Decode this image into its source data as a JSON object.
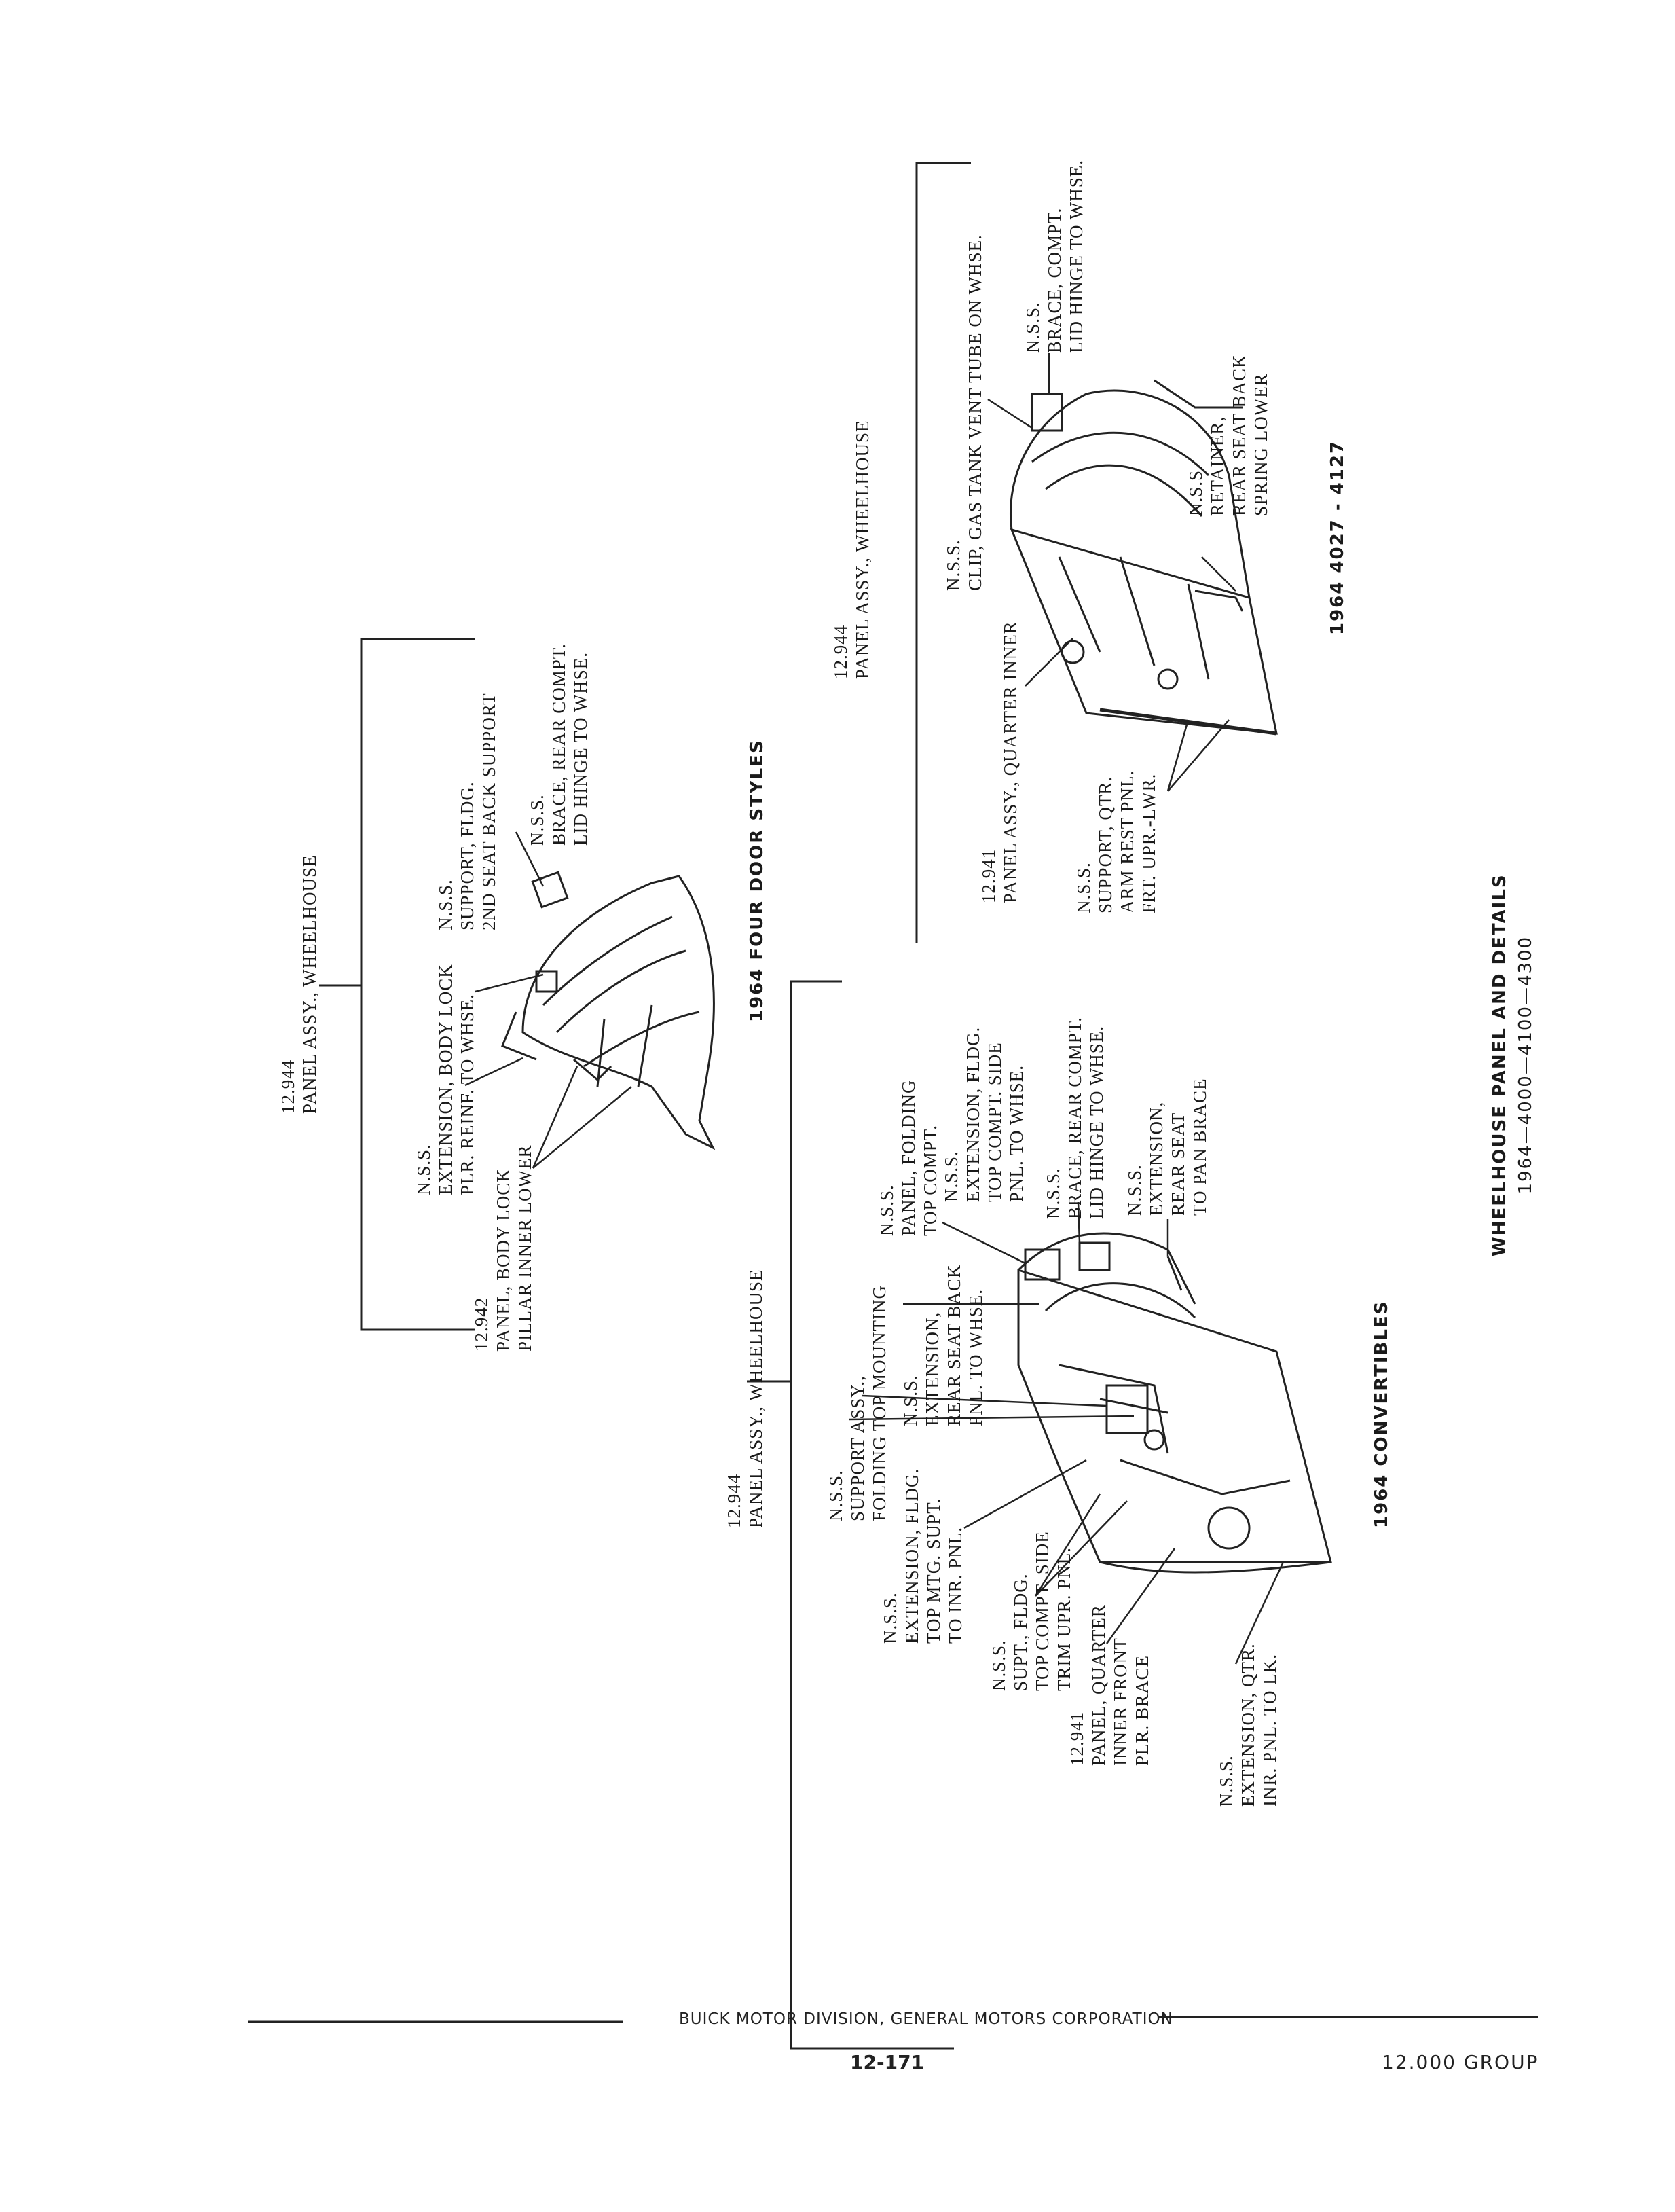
{
  "four_door": {
    "title": "1964 FOUR DOOR STYLES",
    "callouts": [
      {
        "id": "wheelhouse",
        "lines": [
          "12.944",
          "PANEL ASSY., WHEELHOUSE"
        ]
      },
      {
        "id": "pillar",
        "lines": [
          "12.942",
          "PANEL, BODY LOCK",
          "PILLAR INNER LOWER"
        ]
      },
      {
        "id": "extension",
        "lines": [
          "N.S.S.",
          "EXTENSION, BODY LOCK",
          "PLR. REINF. TO WHSE."
        ]
      },
      {
        "id": "support",
        "lines": [
          "N.S.S.",
          "SUPPORT, FLDG.",
          "2ND SEAT BACK SUPPORT"
        ]
      },
      {
        "id": "brace",
        "lines": [
          "N.S.S.",
          "BRACE, REAR COMPT.",
          "LID HINGE TO WHSE."
        ]
      }
    ]
  },
  "style_4027": {
    "title": "1964  4027 - 4127",
    "callouts": [
      {
        "id": "wheelhouse",
        "lines": [
          "12.944",
          "PANEL ASSY., WHEELHOUSE"
        ]
      },
      {
        "id": "quarter",
        "lines": [
          "12.941",
          "PANEL ASSY., QUARTER INNER"
        ]
      },
      {
        "id": "clip",
        "lines": [
          "N.S.S.",
          "CLIP, GAS TANK VENT TUBE ON WHSE."
        ]
      },
      {
        "id": "brace",
        "lines": [
          "N.S.S.",
          "BRACE, COMPT.",
          "LID HINGE TO WHSE."
        ]
      },
      {
        "id": "retainer",
        "lines": [
          "N.S.S.",
          "RETAINER,",
          "REAR SEAT BACK",
          "SPRING LOWER"
        ]
      },
      {
        "id": "support",
        "lines": [
          "N.S.S.",
          "SUPPORT, QTR.",
          "ARM REST PNL.",
          "FRT. UPR.-LWR."
        ]
      }
    ]
  },
  "convertibles": {
    "title": "1964 CONVERTIBLES",
    "callouts": [
      {
        "id": "wheelhouse",
        "lines": [
          "12.944",
          "PANEL ASSY., WHEELHOUSE"
        ]
      },
      {
        "id": "support_assy",
        "lines": [
          "N.S.S.",
          "SUPPORT ASSY.,",
          "FOLDING TOP MOUNTING"
        ]
      },
      {
        "id": "ext_mtg",
        "lines": [
          "N.S.S.",
          "EXTENSION, FLDG.",
          "TOP MTG. SUPT.",
          "TO INR. PNL."
        ]
      },
      {
        "id": "supt_trim",
        "lines": [
          "N.S.S.",
          "SUPT., FLDG.",
          "TOP COMPT. SIDE",
          "TRIM UPR. PNL."
        ]
      },
      {
        "id": "quarter",
        "lines": [
          "12.941",
          "PANEL, QUARTER",
          "INNER FRONT",
          "PLR. BRACE"
        ]
      },
      {
        "id": "ext_qtr",
        "lines": [
          "N.S.S.",
          "EXTENSION, QTR.",
          "INR. PNL. TO LK."
        ]
      },
      {
        "id": "ext_rear",
        "lines": [
          "N.S.S.",
          "EXTENSION,",
          "REAR SEAT BACK",
          "PNL. TO WHSE."
        ]
      },
      {
        "id": "panel_fold",
        "lines": [
          "N.S.S.",
          "PANEL, FOLDING",
          "TOP COMPT."
        ]
      },
      {
        "id": "ext_side",
        "lines": [
          "N.S.S.",
          "EXTENSION, FLDG.",
          "TOP COMPT. SIDE",
          "PNL. TO WHSE."
        ]
      },
      {
        "id": "brace",
        "lines": [
          "N.S.S.",
          "BRACE, REAR COMPT.",
          "LID HINGE TO WHSE."
        ]
      },
      {
        "id": "ext_pan",
        "lines": [
          "N.S.S.",
          "EXTENSION,",
          "REAR SEAT",
          "TO PAN BRACE"
        ]
      }
    ]
  },
  "caption": {
    "line1": "WHEELHOUSE PANEL AND DETAILS",
    "line2": "1964—4000—4100—4300"
  },
  "footer": {
    "division": "BUICK MOTOR DIVISION, GENERAL MOTORS CORPORATION",
    "page": "12-171",
    "group": "12.000 GROUP"
  }
}
